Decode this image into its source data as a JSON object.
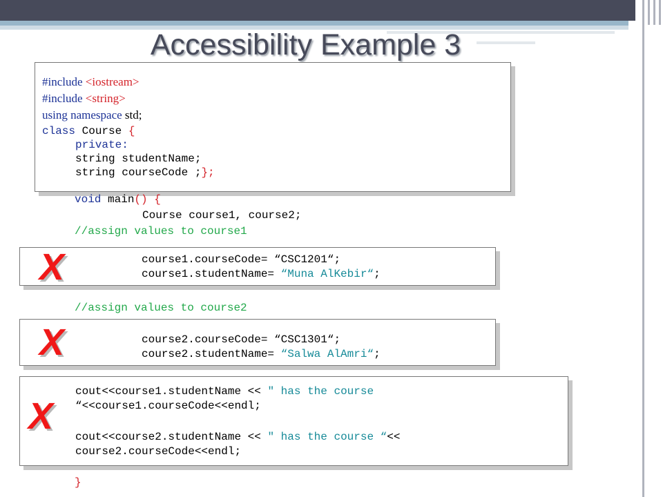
{
  "slide": {
    "title": "Accessibility Example 3"
  },
  "code": {
    "box1": {
      "line1_kw": "#include ",
      "line1_val": "<iostream>",
      "line2_kw": "#include ",
      "line2_val": "<string>",
      "line3_kw": "using namespace ",
      "line3_val": "std;",
      "line4_kw": "class ",
      "line4_val": "Course ",
      "line4_brace": "{",
      "line5": "private:",
      "line6": "string studentName;",
      "line7_a": "string courseCode ;",
      "line7_b": "};"
    },
    "main_sig_kw": "void ",
    "main_sig_name": "main",
    "main_sig_rest": "() {",
    "decl": "Course course1, course2;",
    "comment1": "//assign values to course1",
    "box2": {
      "line1_a": "course1.courseCode= ",
      "line1_b": "“CSC1201“;",
      "line2_a": "course1.studentName= ",
      "line2_b": "“Muna AlKebir“",
      "line2_c": ";"
    },
    "comment2": "//assign values to course2",
    "box3": {
      "line1_a": "course2.courseCode= ",
      "line1_b": "“CSC1301“;",
      "line2_a": "course2.studentName= ",
      "line2_b": "“Salwa AlAmri“",
      "line2_c": ";"
    },
    "box4": {
      "line1_a": "cout<<course1.studentName << ",
      "line1_b": "\" has the course",
      "line2": "“<<course1.courseCode<<endl;",
      "line3_a": "cout<<course2.studentName << ",
      "line3_b": "\" has the course “",
      "line3_c": "<<",
      "line4": "course2.courseCode<<endl;"
    },
    "closing": "}"
  },
  "marks": {
    "x1": "X",
    "x2": "X",
    "x3": "X",
    "color": "#f01818"
  }
}
